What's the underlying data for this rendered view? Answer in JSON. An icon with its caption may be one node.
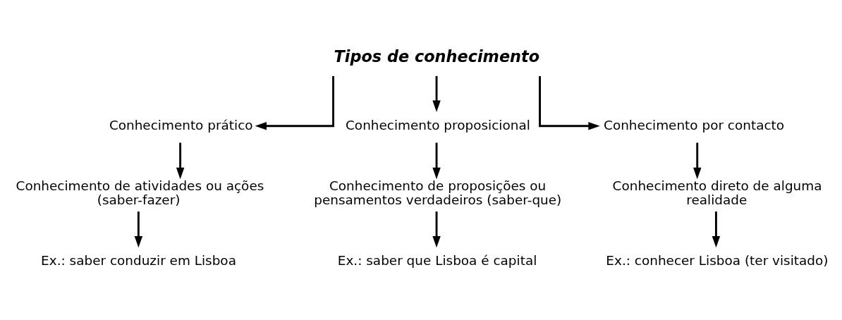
{
  "diagram": {
    "nodes": [
      {
        "text": [
          "Tipos de conhecimento"
        ]
      },
      {
        "text": [
          "Conhecimento prático"
        ]
      },
      {
        "text": [
          "Conhecimento proposicional"
        ]
      },
      {
        "text": [
          "Conhecimento por contacto"
        ]
      },
      {
        "text": [
          "Conhecimento de atividades ou ações (saber-fazer)"
        ]
      },
      {
        "text": [
          "Conhecimento de proposições ou pensamentos verdadeiros (saber-que)"
        ]
      },
      {
        "text": [
          "Conhecimento direto de alguma realidade"
        ]
      },
      {
        "text": [
          "Ex.: saber conduzir em Lisboa"
        ]
      },
      {
        "text": [
          "Ex.: saber que Lisboa é capital"
        ]
      },
      {
        "text": [
          "Ex.: conhecer Lisboa (ter visitado)"
        ]
      }
    ],
    "edges": [
      {
        "from": 0,
        "to": 1,
        "arrow": "to"
      },
      {
        "from": 0,
        "to": 2,
        "arrow": "to"
      },
      {
        "from": 0,
        "to": 3,
        "arrow": "to"
      },
      {
        "from": 1,
        "to": 4,
        "arrow": "to"
      },
      {
        "from": 2,
        "to": 5,
        "arrow": "to"
      },
      {
        "from": 3,
        "to": 6,
        "arrow": "to"
      },
      {
        "from": 4,
        "to": 7,
        "arrow": "to"
      },
      {
        "from": 5,
        "to": 8,
        "arrow": "to"
      },
      {
        "from": 6,
        "to": 9,
        "arrow": "to"
      }
    ]
  }
}
